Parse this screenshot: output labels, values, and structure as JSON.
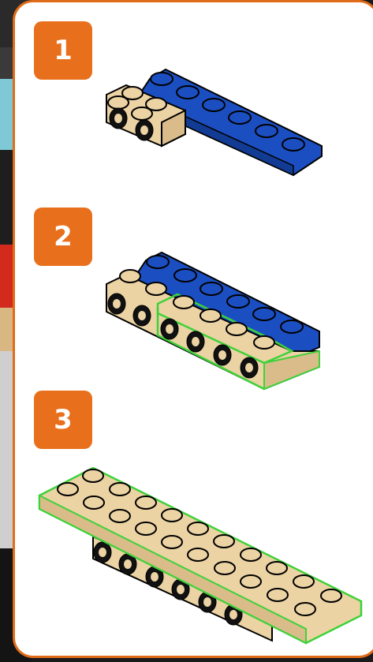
{
  "steps": [
    {
      "number": "1",
      "figure_icon": "blue-plate-with-tan-brackets-icon"
    },
    {
      "number": "2",
      "figure_icon": "tan-bricks-assembly-icon"
    },
    {
      "number": "3",
      "figure_icon": "tan-plate-on-bricks-icon"
    }
  ],
  "colors": {
    "accent": "#e8701c",
    "border": "#e06b18",
    "blue_brick": "#1b4fc1",
    "tan_brick": "#ecd3a4",
    "highlight": "#3ed13a"
  }
}
